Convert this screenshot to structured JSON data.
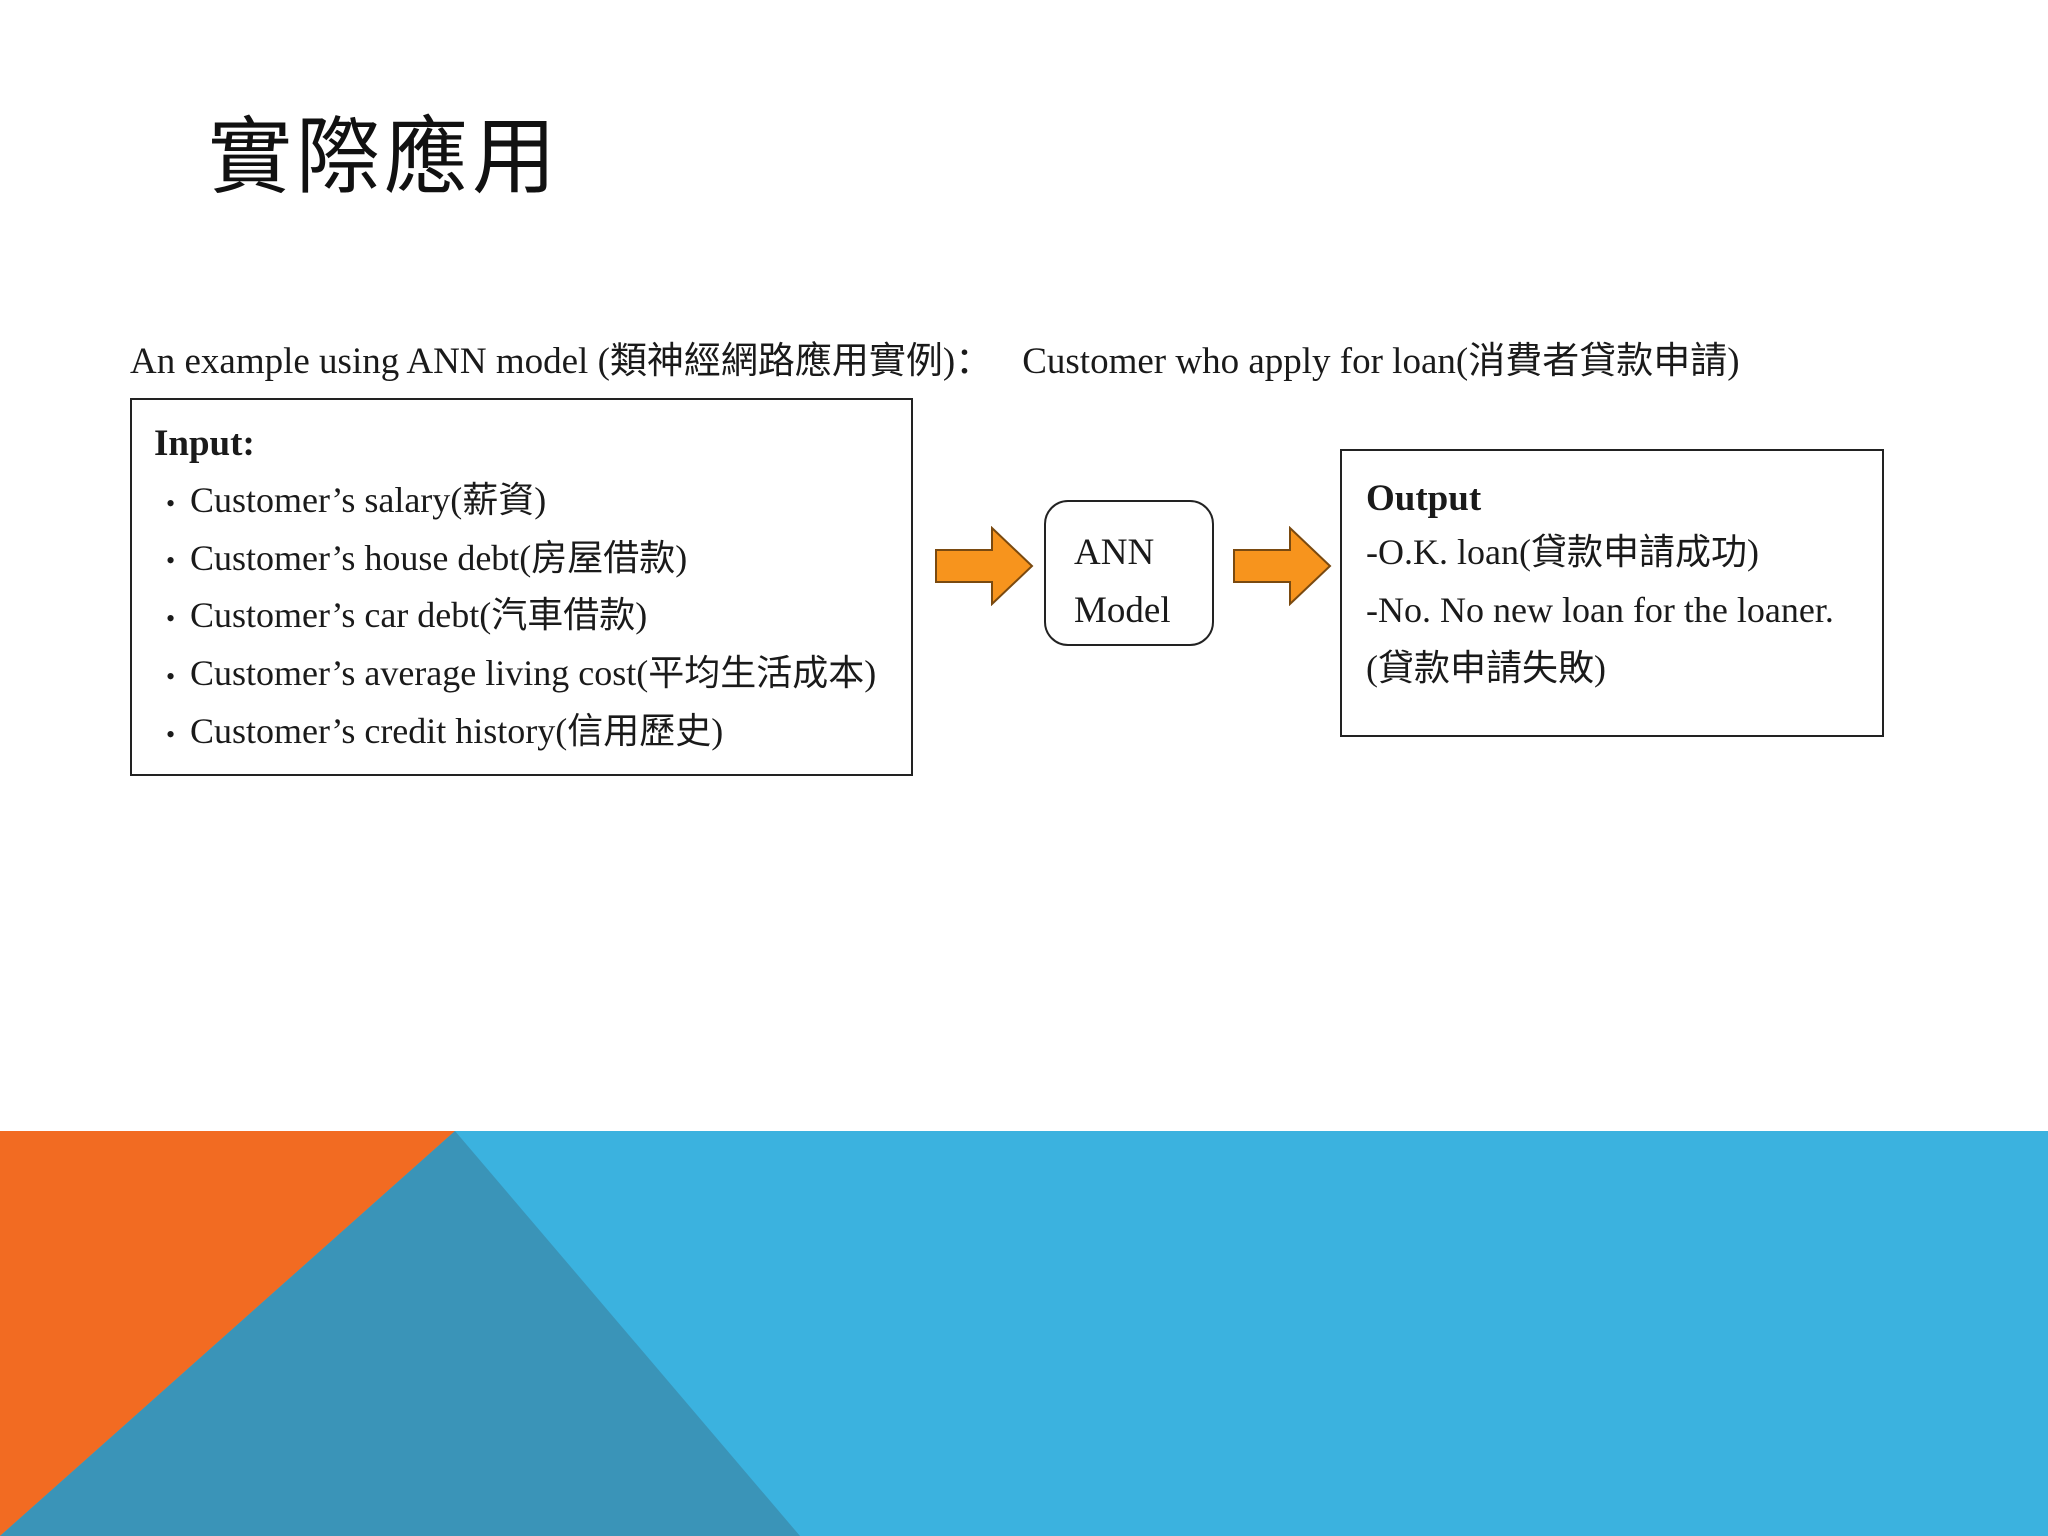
{
  "slide": {
    "title": "實際應用"
  },
  "caption": {
    "part1": "An example using ANN model (類神經網路應用實例)：",
    "part2": "Customer who apply for loan(消費者貸款申請)"
  },
  "input": {
    "heading": "Input:",
    "bullet": "•",
    "items": [
      "Customer’s salary(薪資)",
      "Customer’s house debt(房屋借款)",
      "Customer’s car debt(汽車借款)",
      "Customer’s average living cost(平均生活成本)",
      "Customer’s credit history(信用歷史)"
    ]
  },
  "model": {
    "line1": "ANN",
    "line2": "Model"
  },
  "output": {
    "heading": "Output",
    "lines": [
      "-O.K. loan(貸款申請成功)",
      "-No. No new loan for the loaner.",
      "(貸款申請失敗)"
    ]
  },
  "colors": {
    "arrow_fill": "#f7941d",
    "arrow_stroke": "#7a4a10",
    "band_blue": "#3bb2df",
    "band_orange": "#f26b22",
    "band_dark_blue": "#3a94b8"
  }
}
